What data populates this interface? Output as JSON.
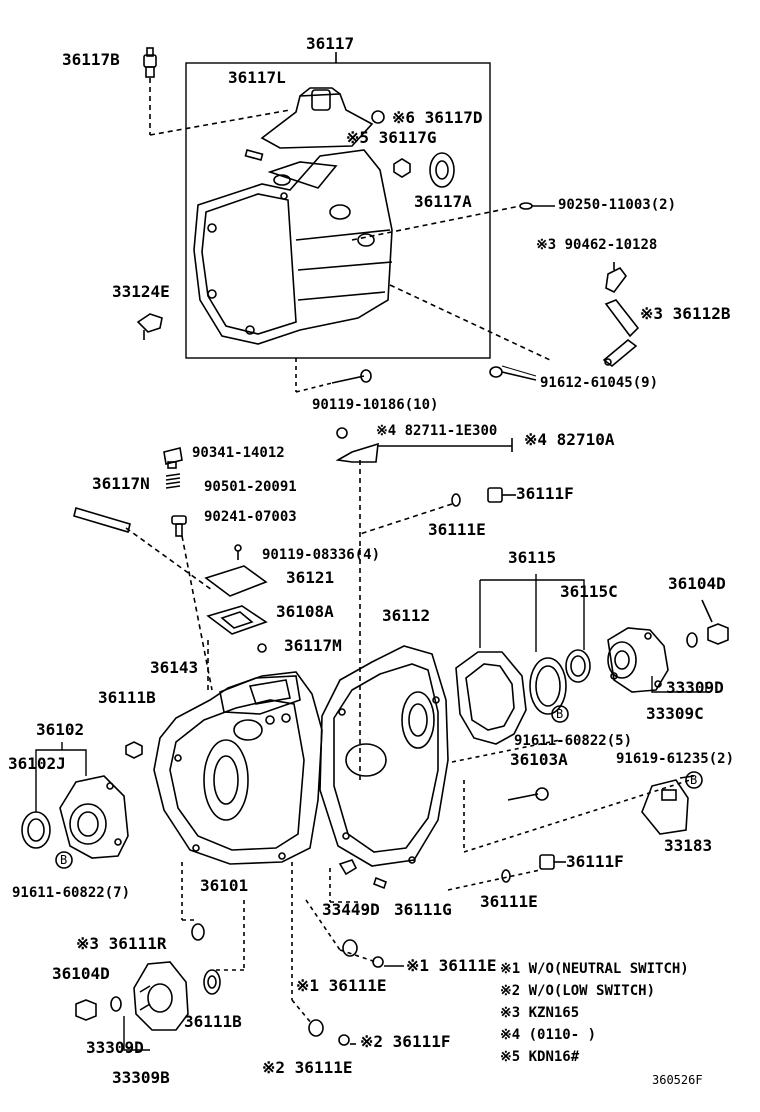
{
  "labels": {
    "p36117": "36117",
    "p36117B": "36117B",
    "p36117L": "36117L",
    "p36117D": "※6 36117D",
    "p36117G": "※5 36117G",
    "p36117A": "36117A",
    "p90250": "90250-11003(2)",
    "p90462": "※3 90462-10128",
    "p33124E": "33124E",
    "p36112B": "※3 36112B",
    "p91612": "91612-61045(9)",
    "p90119a": "90119-10186(10)",
    "p82711": "※4 82711-1E300",
    "p82710A": "※4 82710A",
    "p90341": "90341-14012",
    "p36117N": "36117N",
    "p90501": "90501-20091",
    "p36111F_a": "36111F",
    "p90241": "90241-07003",
    "p36111E_a": "36111E",
    "p90119b": "90119-08336(4)",
    "p36115": "36115",
    "p36121": "36121",
    "p36115C": "36115C",
    "p36104D_a": "36104D",
    "p36108A": "36108A",
    "p36112": "36112",
    "p36117M": "36117M",
    "p36143": "36143",
    "p33309D_a": "33309D",
    "p36111B": "36111B",
    "p33309C": "33309C",
    "p36102": "36102",
    "p91611a": "91611-60822(5)",
    "p91619": "91619-61235(2)",
    "p36102J": "36102J",
    "p36103A": "36103A",
    "p33183": "33183",
    "p36111F_b": "36111F",
    "p36101": "36101",
    "p91611b": "91611-60822(7)",
    "p33449D": "33449D",
    "p36111G": "36111G",
    "p36111E_b": "36111E",
    "p36111R": "※3 36111R",
    "p36104D_b": "36104D",
    "p36111E_c": "※1 36111E",
    "p36111E_d": "※1 36111E",
    "p36111B_b": "36111B",
    "p33309D_b": "33309D",
    "p33309B": "33309B",
    "p36111F_c": "※2 36111F",
    "p36111E_e": "※2 36111E",
    "code": "360526F"
  },
  "notes": [
    "※1 W/O(NEUTRAL SWITCH)",
    "※2 W/O(LOW SWITCH)",
    "※3 KZN165",
    "※4 (0110-       )",
    "※5 KDN16#"
  ],
  "markers": {
    "bolt_mark": "B"
  }
}
